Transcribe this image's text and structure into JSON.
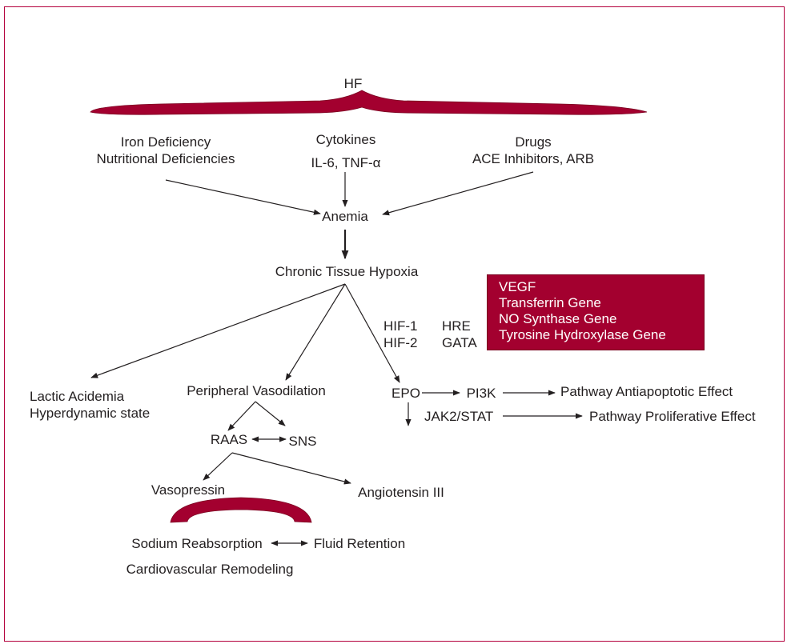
{
  "colors": {
    "accent": "#a3002f",
    "frame": "#b3003c",
    "text": "#231f20"
  },
  "nodes": {
    "hf": "HF",
    "iron": [
      "Iron Deficiency",
      "Nutritional Deficiencies"
    ],
    "cytokines": [
      "Cytokines",
      "IL-6, TNF-α"
    ],
    "drugs": [
      "Drugs",
      "ACE Inhibitors, ARB"
    ],
    "anemia": "Anemia",
    "hypoxia": "Chronic Tissue Hypoxia",
    "hif": [
      "HIF-1",
      "HIF-2"
    ],
    "hre": [
      "HRE",
      "GATA"
    ],
    "genes": [
      "VEGF",
      "Transferrin Gene",
      "NO Synthase Gene",
      "Tyrosine Hydroxylase Gene"
    ],
    "lactic": [
      "Lactic Acidemia",
      "Hyperdynamic state"
    ],
    "vasodilation": "Peripheral Vasodilation",
    "epo": "EPO",
    "pi3k": "PI3K",
    "antiapoptotic": "Pathway Antiapoptotic Effect",
    "jak": "JAK2/STAT",
    "proliferative": "Pathway Proliferative Effect",
    "raas": "RAAS",
    "sns": "SNS",
    "vasopressin": "Vasopressin",
    "angiotensin": "Angiotensin III",
    "sodium": "Sodium Reabsorption",
    "fluid": "Fluid Retention",
    "remodeling": "Cardiovascular Remodeling"
  }
}
